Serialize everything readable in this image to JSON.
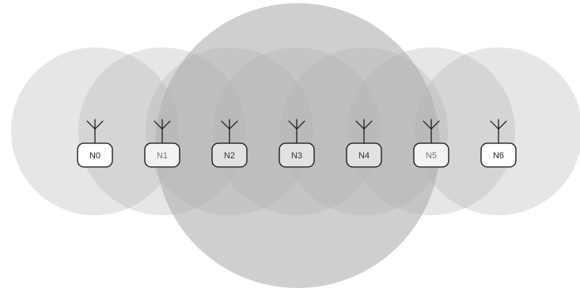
{
  "diagram": {
    "nodes": [
      {
        "label": "N0",
        "fill": "#ffffff",
        "text_color": "#222222"
      },
      {
        "label": "N1",
        "fill": "#f3f3f3",
        "text_color": "#777777"
      },
      {
        "label": "N2",
        "fill": "#e2e2e2",
        "text_color": "#333333"
      },
      {
        "label": "N3",
        "fill": "#e2e2e2",
        "text_color": "#333333"
      },
      {
        "label": "N4",
        "fill": "#e2e2e2",
        "text_color": "#333333"
      },
      {
        "label": "N5",
        "fill": "#f3f3f3",
        "text_color": "#777777"
      },
      {
        "label": "N6",
        "fill": "#ffffff",
        "text_color": "#222222"
      }
    ],
    "colors": {
      "range_small": "#b0b0b0",
      "range_large": "#a8a8a8",
      "node_border": "#111111",
      "antenna": "#111111"
    }
  }
}
